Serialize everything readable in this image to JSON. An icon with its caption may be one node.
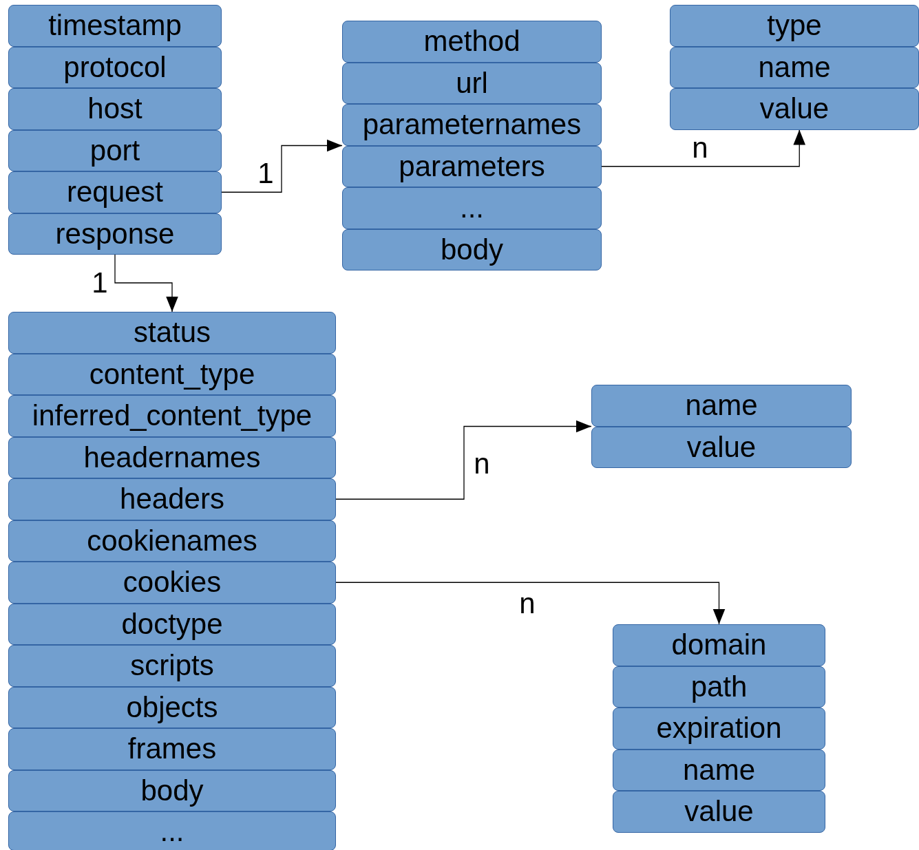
{
  "diagram": {
    "nodes": [
      {
        "text": [
          "timestamp"
        ]
      },
      {
        "text": [
          "protocol"
        ]
      },
      {
        "text": [
          "host"
        ]
      },
      {
        "text": [
          "port"
        ]
      },
      {
        "text": [
          "request"
        ]
      },
      {
        "text": [
          "response"
        ]
      },
      {
        "text": [
          "method"
        ]
      },
      {
        "text": [
          "url"
        ]
      },
      {
        "text": [
          "parameternames"
        ]
      },
      {
        "text": [
          "parameters"
        ]
      },
      {
        "text": [
          "..."
        ]
      },
      {
        "text": [
          "body"
        ]
      },
      {
        "text": [
          "type"
        ]
      },
      {
        "text": [
          "name"
        ]
      },
      {
        "text": [
          "value"
        ]
      },
      {
        "text": [
          "status"
        ]
      },
      {
        "text": [
          "content_type"
        ]
      },
      {
        "text": [
          "inferred_content_type"
        ]
      },
      {
        "text": [
          "headernames"
        ]
      },
      {
        "text": [
          "headers"
        ]
      },
      {
        "text": [
          "cookienames"
        ]
      },
      {
        "text": [
          "cookies"
        ]
      },
      {
        "text": [
          "doctype"
        ]
      },
      {
        "text": [
          "scripts"
        ]
      },
      {
        "text": [
          "objects"
        ]
      },
      {
        "text": [
          "frames"
        ]
      },
      {
        "text": [
          "body"
        ]
      },
      {
        "text": [
          "..."
        ]
      },
      {
        "text": [
          "name"
        ]
      },
      {
        "text": [
          "value"
        ]
      },
      {
        "text": [
          "domain"
        ]
      },
      {
        "text": [
          "path"
        ]
      },
      {
        "text": [
          "expiration"
        ]
      },
      {
        "text": [
          "name"
        ]
      },
      {
        "text": [
          "value"
        ]
      }
    ],
    "edges": [
      {
        "from": 4,
        "to": 8,
        "arrow": "to",
        "label": "1"
      },
      {
        "from": 9,
        "to": 14,
        "arrow": "to",
        "label": "n"
      },
      {
        "from": 5,
        "to": 15,
        "arrow": "to",
        "label": "1"
      },
      {
        "from": 19,
        "to": 28,
        "arrow": "to",
        "label": "n"
      },
      {
        "from": 21,
        "to": 30,
        "arrow": "to",
        "label": "n"
      }
    ]
  }
}
